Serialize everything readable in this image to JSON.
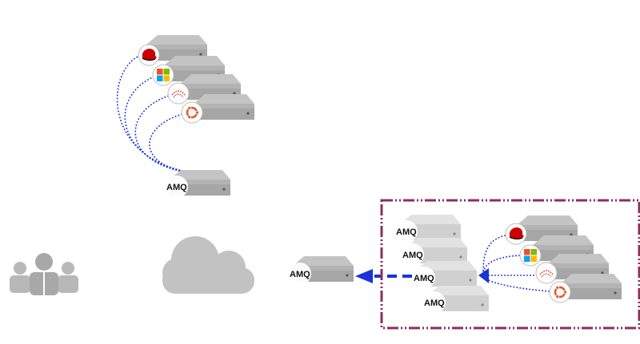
{
  "colors": {
    "server_top": "#c4c4c4",
    "server_front": "#a6a6a6",
    "server_face": "#b3b3b3",
    "server_light_top": "#e2e2e2",
    "server_light_front": "#d0d0d0",
    "cloud": "#c2c2c2",
    "users": "#b8b8b8",
    "connector": "#1a33d9",
    "boundary": "#8c2f5c"
  },
  "icons": {
    "os_badges": [
      "redhat-icon",
      "windows-icon",
      "suse-icon",
      "ubuntu-icon"
    ],
    "users": "users-icon",
    "cloud": "cloud-icon"
  },
  "top_group": {
    "amq_label": "AMQ"
  },
  "middle": {
    "amq_label": "AMQ"
  },
  "remote_site": {
    "amq_labels": [
      "AMQ",
      "AMQ",
      "AMQ",
      "AMQ"
    ]
  }
}
